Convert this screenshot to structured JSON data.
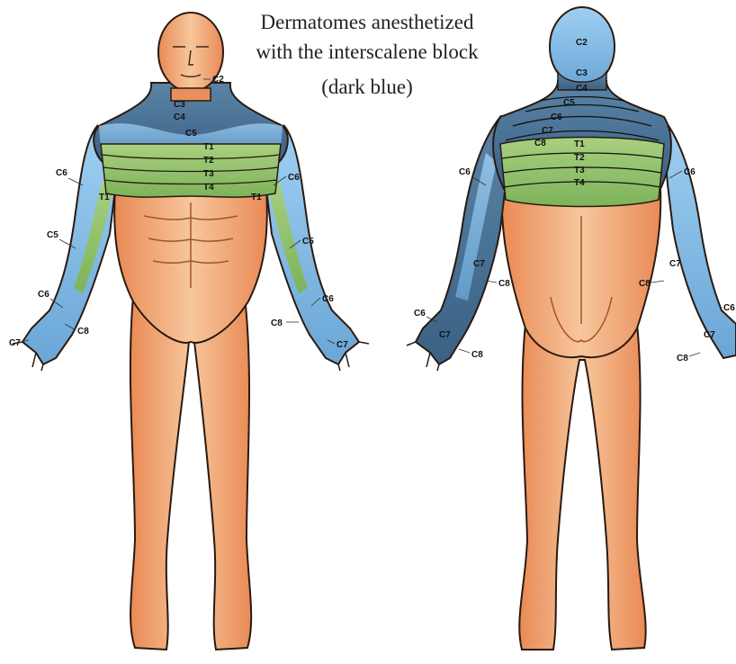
{
  "title": {
    "line1": "Dermatomes anesthetized",
    "line2": "with the interscalene block",
    "line3": "(dark blue)"
  },
  "labels": {
    "c2": "C2",
    "c3": "C3",
    "c4": "C4",
    "c5": "C5",
    "c6": "C6",
    "c7": "C7",
    "c8": "C8",
    "t1": "T1",
    "t2": "T2",
    "t3": "T3",
    "t4": "T4"
  },
  "colors": {
    "skin": "#f0a574",
    "skin_dark": "#d9834f",
    "blue_light": "#8ec4ea",
    "blue_dark": "#3f6f95",
    "green": "#8fc06a",
    "outline": "#2a1a10"
  }
}
